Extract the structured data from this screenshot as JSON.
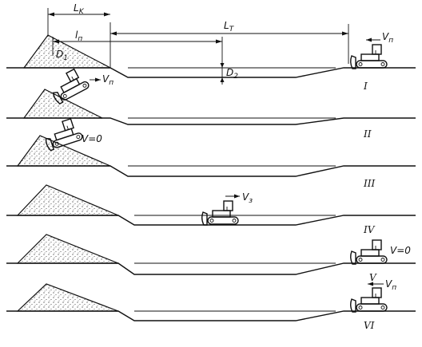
{
  "labels": {
    "L_k": "L",
    "L_k_sub": "K",
    "L_t": "L",
    "L_t_sub": "T",
    "l_p": "l",
    "l_p_sub": "п",
    "D1": "D",
    "D1_sub": "1",
    "D2": "D",
    "D2_sub": "2"
  },
  "stages": [
    {
      "numeral": "I",
      "speed_label": "V",
      "speed_sub": "п"
    },
    {
      "numeral": "II",
      "speed_label": "V",
      "speed_sub": "п"
    },
    {
      "numeral": "III",
      "speed_label": "V=0",
      "speed_sub": ""
    },
    {
      "numeral": "IV",
      "speed_label": "V",
      "speed_sub": "з"
    },
    {
      "numeral": "V",
      "speed_label": "V=0",
      "speed_sub": ""
    },
    {
      "numeral": "VI",
      "speed_label": "V",
      "speed_sub": "п"
    }
  ]
}
